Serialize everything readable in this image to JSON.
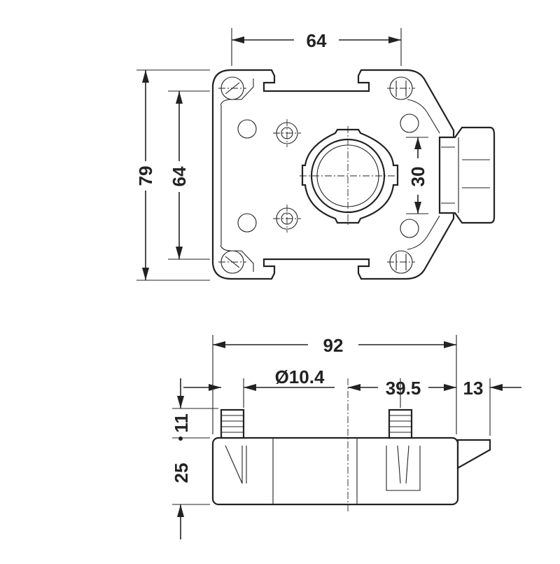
{
  "dimensions": {
    "top_width": "64",
    "total_height": "79",
    "inner_height": "64",
    "opening": "30",
    "overall_length": "92",
    "pin_diameter": "Ø10.4",
    "offset": "39.5",
    "tab": "13",
    "pin_height": "11",
    "body_height": "25"
  },
  "colors": {
    "line": "#222222",
    "background": "#ffffff"
  }
}
